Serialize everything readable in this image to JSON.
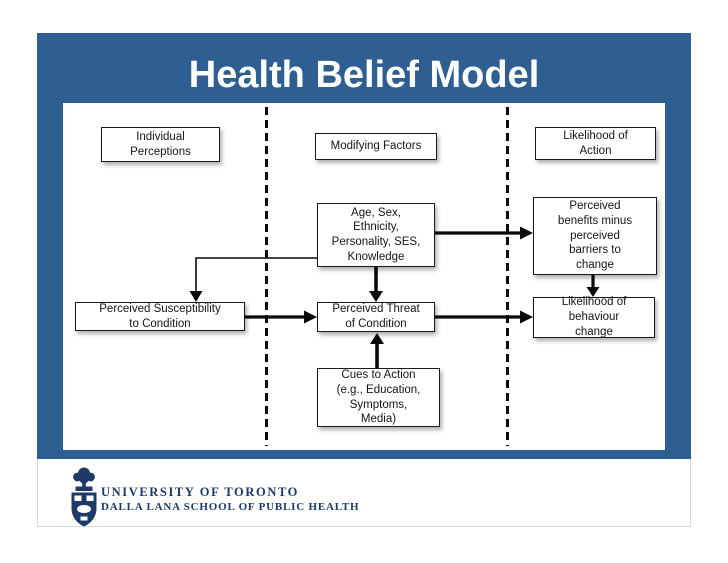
{
  "slide": {
    "title": "Health Belief Model"
  },
  "diagram": {
    "headers": {
      "individual_perceptions": "Individual\nPerceptions",
      "modifying_factors": "Modifying Factors",
      "likelihood_of_action": "Likelihood of\nAction"
    },
    "nodes": {
      "age_sex": "Age, Sex,\nEthnicity,\nPersonality, SES,\nKnowledge",
      "perceived_benefits": "Perceived\nbenefits minus\nperceived\nbarriers to\nchange",
      "perceived_susceptibility": "Perceived Susceptibility\nto Condition",
      "perceived_threat": "Perceived Threat\nof Condition",
      "likelihood_behaviour_change": "Likelihood of\nbehaviour\nchange",
      "cues_to_action": "Cues to Action\n(e.g., Education,\nSymptoms,\nMedia)"
    },
    "edges": [
      {
        "from": "age_sex",
        "to": "perceived_susceptibility"
      },
      {
        "from": "perceived_susceptibility",
        "to": "perceived_threat"
      },
      {
        "from": "age_sex",
        "to": "perceived_threat"
      },
      {
        "from": "cues_to_action",
        "to": "perceived_threat"
      },
      {
        "from": "age_sex",
        "to": "perceived_benefits"
      },
      {
        "from": "perceived_threat",
        "to": "likelihood_behaviour_change"
      },
      {
        "from": "perceived_benefits",
        "to": "likelihood_behaviour_change"
      }
    ]
  },
  "footer": {
    "university": "UNIVERSITY OF TORONTO",
    "school": "DALLA LANA SCHOOL OF PUBLIC HEALTH"
  },
  "colors": {
    "slide_blue": "#2e5f90",
    "logo_navy": "#1c3968",
    "box_border": "#1a1a1a"
  }
}
